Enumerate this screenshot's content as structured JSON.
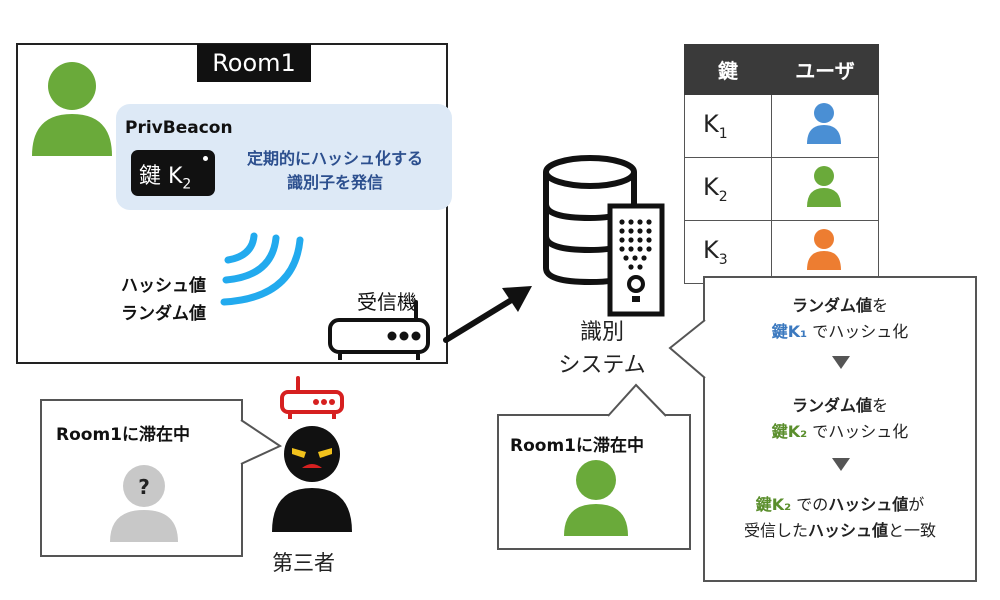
{
  "room": {
    "title": "Room1"
  },
  "beacon": {
    "name": "PrivBeacon",
    "key_tag": "鍵 K",
    "key_sub": "2",
    "desc_line1": "定期的にハッシュ化する",
    "desc_line2": "識別子を発信"
  },
  "signal": {
    "line1": "ハッシュ値",
    "line2": "ランダム値"
  },
  "receiver": {
    "label": "受信機"
  },
  "system": {
    "line1": "識別",
    "line2": "システム"
  },
  "key_table": {
    "headers": [
      "鍵",
      "ユーザ"
    ],
    "rows": [
      {
        "key": "K",
        "sub": "1",
        "user_color": "#4a8fd4"
      },
      {
        "key": "K",
        "sub": "2",
        "user_color": "#6aaa3a"
      },
      {
        "key": "K",
        "sub": "3",
        "user_color": "#ed7d31"
      }
    ]
  },
  "explain": {
    "s1_a": "ランダム値",
    "s1_b": "を",
    "s1_key": "鍵K₁",
    "s1_c": " でハッシュ化",
    "s2_a": "ランダム値",
    "s2_b": "を",
    "s2_key": "鍵K₂",
    "s2_c": " でハッシュ化",
    "s3_key": "鍵K₂",
    "s3_a": " での",
    "s3_b": "ハッシュ値",
    "s3_c": "が",
    "s4_a": "受信した",
    "s4_b": "ハッシュ値",
    "s4_c": "と一致"
  },
  "third_party": {
    "bubble_text": "Room1に滞在中",
    "question": "?",
    "label": "第三者"
  },
  "system_bubble": {
    "text": "Room1に滞在中"
  },
  "colors": {
    "user_green": "#6aaa3a",
    "unknown_gray": "#c8c8c8",
    "beacon_panel": "#dde9f6",
    "signal_blue": "#22aaee",
    "router_red": "#d62020",
    "accent_blue": "#3b79bf"
  }
}
